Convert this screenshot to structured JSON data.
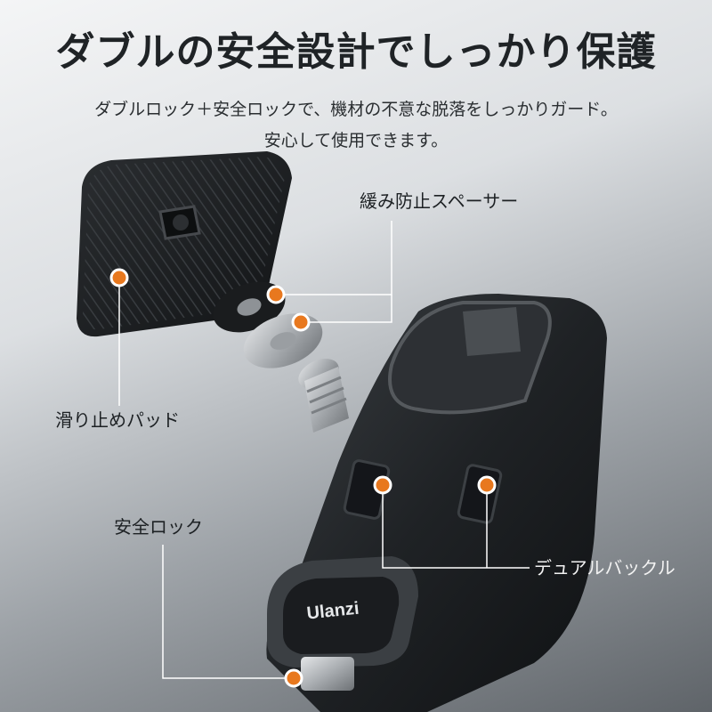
{
  "headline": "ダブルの安全設計でしっかり保護",
  "subtext": {
    "line1": "ダブルロック＋安全ロックで、機材の不意な脱落をしっかりガード。",
    "line2": "安心して使用できます。"
  },
  "callouts": {
    "spacer": "緩み防止スペーサー",
    "pad": "滑り止めパッド",
    "safety_lock": "安全ロック",
    "dual_buckle": "デュアルバックル"
  },
  "product": {
    "brand_mark": "Ulanzi"
  },
  "colors": {
    "accent_dot": "#e8781e",
    "body_black": "#1e2124",
    "metal": "#b9bcbf"
  }
}
